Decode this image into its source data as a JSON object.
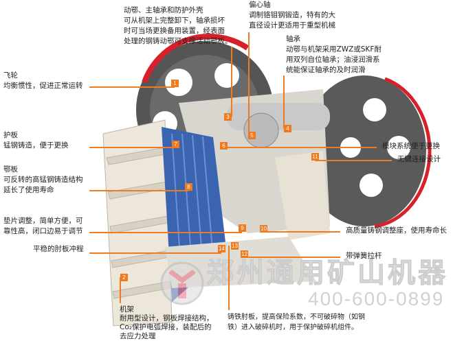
{
  "labels": {
    "flywheel": {
      "title": "飞轮",
      "desc": [
        "均衡惯性，促进正常运转"
      ]
    },
    "guard_plate": {
      "title": "护板",
      "desc": [
        "锰钢铸造，便于更换"
      ]
    },
    "jaw_plate": {
      "title": "鄂板",
      "desc": [
        "可反转的高锰钢铸造结构",
        "延长了使用寿命"
      ]
    },
    "shim": {
      "desc": [
        "垫片调整，简单方便，可",
        "靠性高，闭口边易于调节"
      ]
    },
    "toggle_stroke": {
      "desc": [
        "平稳的肘板冲程"
      ]
    },
    "moving_jaw": {
      "desc": [
        "动鄂、主轴承和防护外壳",
        "可从机架上完整卸下，轴承损坏",
        "时可当场更换备用装置，经表面",
        "处理的钢铸动鄂可支撑活动鄂板。"
      ]
    },
    "eccentric_shaft": {
      "title": "偏心轴",
      "desc": [
        "调制铬钼钢锻造，特有的大",
        "直径设计更适用于重型机械"
      ]
    },
    "bearing": {
      "title": "轴承",
      "desc": [
        "动鄂与机架采用ZWZ或SKF耐",
        "用双列自位轴承；油浸润滑系",
        "统能保证轴承的及时润滑"
      ]
    },
    "wedge": {
      "desc": [
        "模块系统便于更换"
      ]
    },
    "keyless": {
      "desc": [
        "无键连接设计"
      ]
    },
    "adjust_seat": {
      "desc": [
        "高质量铸钢调整座，使用寿命长"
      ]
    },
    "spring_rod": {
      "desc": [
        "带弹簧拉杆"
      ]
    },
    "frame": {
      "title": "机架",
      "desc": [
        "耐用型设计，钢板焊接结构，",
        "Co₂保护电弧焊接，装配后的",
        "去应力处理"
      ]
    },
    "toggle_plate": {
      "desc": [
        "铸铁肘板，提高保险系数，不可破碎物（如钢",
        "铁）进入破碎机时，用于保护破碎机组件。"
      ]
    }
  },
  "markers": [
    "1",
    "2",
    "3",
    "4",
    "5",
    "6",
    "7",
    "8",
    "9",
    "10",
    "11",
    "12",
    "13",
    "14"
  ],
  "watermark": {
    "company": "郑州通用矿山机器",
    "phone": "400-600-0899"
  },
  "colors": {
    "accent": "#f07a1e",
    "flywheel_rim": "#d8202a",
    "jaw_plate": "#3a64b0",
    "frame": "#e8e2d4"
  }
}
